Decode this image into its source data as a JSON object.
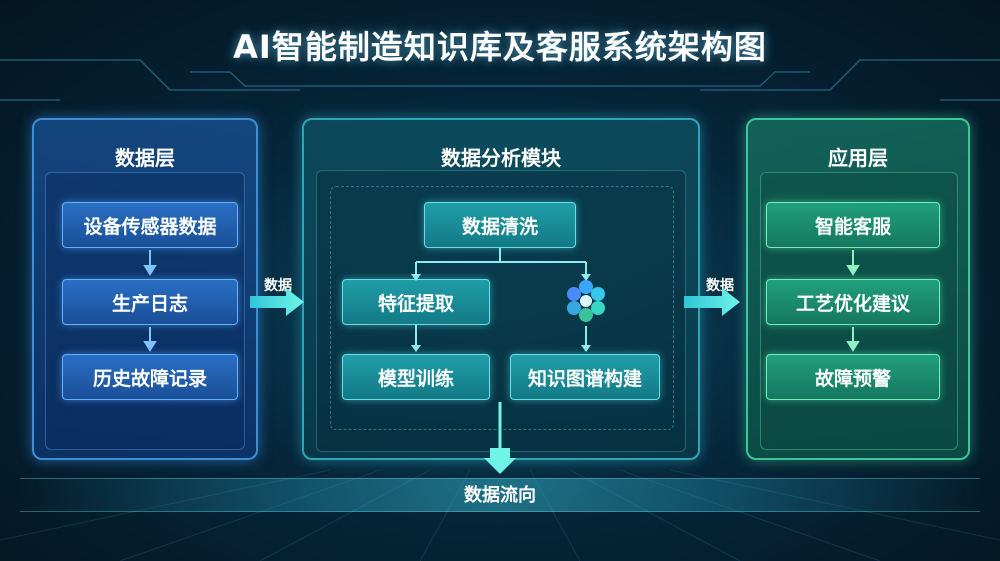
{
  "title": "AI智能制造知识库及客服系统架构图",
  "data_layer": {
    "title": "数据层",
    "items": [
      "设备传感器数据",
      "生产日志",
      "历史故障记录"
    ]
  },
  "analysis_module": {
    "title": "数据分析模块",
    "cleaning": "数据清洗",
    "feature": "特征提取",
    "training": "模型训练",
    "knowledge_graph": "知识图谱构建"
  },
  "app_layer": {
    "title": "应用层",
    "items": [
      "智能客服",
      "工艺优化建议",
      "故障预警"
    ]
  },
  "connectors": {
    "left_label": "数据",
    "right_label": "数据",
    "bottom_label": "数据流向"
  },
  "colors": {
    "data_layer": "#2a6fc4",
    "analysis": "#1f9ea8",
    "app_layer": "#21a07e",
    "arrow": "#3fe6e0"
  },
  "icons": [
    "flower-network-icon"
  ]
}
